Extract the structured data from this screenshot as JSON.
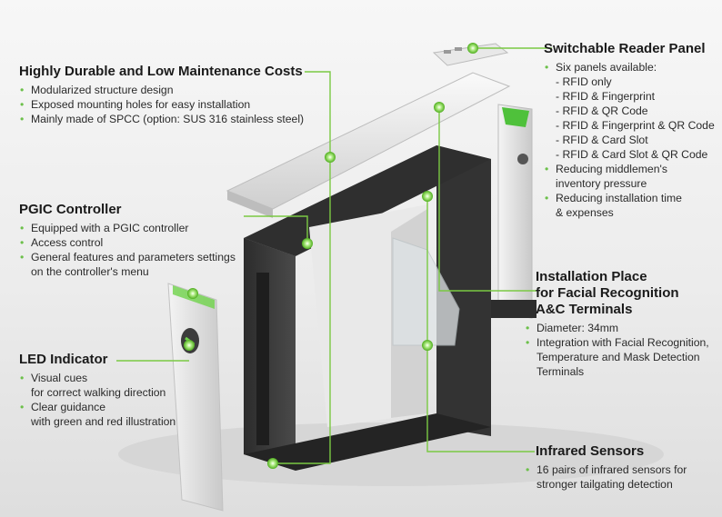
{
  "accent_color": "#7ac943",
  "callouts": {
    "durable": {
      "title": "Highly Durable and Low Maintenance Costs",
      "bullets": [
        "Modularized structure design",
        "Exposed mounting holes for easy installation",
        "Mainly made of SPCC (option: SUS 316 stainless steel)"
      ]
    },
    "pgic": {
      "title": "PGIC Controller",
      "bullets": [
        "Equipped with a PGIC controller",
        "Access control",
        "General features and parameters settings",
        "on the controller's menu"
      ]
    },
    "led": {
      "title": "LED Indicator",
      "bullets": [
        "Visual cues",
        "for correct walking direction",
        "Clear guidance",
        "with green and red illustration"
      ]
    },
    "reader": {
      "title": "Switchable Reader Panel",
      "lines": [
        "Six panels available:",
        "- RFID only",
        "- RFID & Fingerprint",
        "- RFID & QR Code",
        "- RFID & Fingerprint & QR Code",
        "- RFID & Card Slot",
        "- RFID & Card Slot & QR Code",
        "Reducing middlemen's",
        "inventory pressure",
        "Reducing installation time",
        "& expenses"
      ]
    },
    "facial": {
      "title_lines": [
        "Installation Place",
        "for Facial Recognition",
        "A&C Terminals"
      ],
      "bullets": [
        "Diameter: 34mm",
        "Integration with Facial Recognition,",
        "Temperature and Mask Detection",
        "Terminals"
      ]
    },
    "infrared": {
      "title": "Infrared Sensors",
      "bullets": [
        "16 pairs of infrared sensors for",
        "stronger tailgating detection"
      ]
    }
  }
}
